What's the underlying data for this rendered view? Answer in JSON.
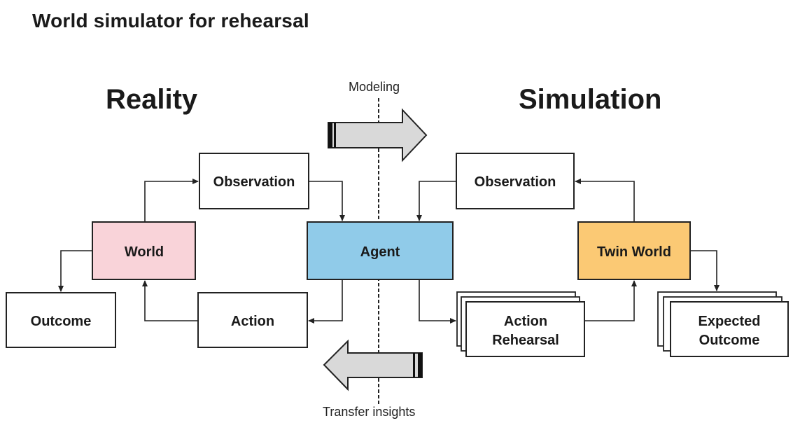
{
  "title": "World simulator for rehearsal",
  "sections": {
    "reality": "Reality",
    "simulation": "Simulation"
  },
  "transitions": {
    "modeling": "Modeling",
    "transfer": "Transfer insights"
  },
  "colors": {
    "world": "#f9d3d9",
    "agent": "#90cbe9",
    "twin_world": "#fbc974",
    "plain_box": "#ffffff",
    "transfer_arrow_fill": "#d9d9d9",
    "stroke": "#222222"
  },
  "nodes": {
    "observation_reality": {
      "label": [
        "Observation"
      ]
    },
    "world": {
      "label": [
        "World"
      ]
    },
    "outcome": {
      "label": [
        "Outcome"
      ]
    },
    "action": {
      "label": [
        "Action"
      ]
    },
    "agent": {
      "label": [
        "Agent"
      ]
    },
    "observation_simulation": {
      "label": [
        "Observation"
      ]
    },
    "twin_world": {
      "label": [
        "Twin World"
      ]
    },
    "action_rehearsal": {
      "label": [
        "Action",
        "Rehearsal"
      ],
      "stacked": true
    },
    "expected_outcome": {
      "label": [
        "Expected",
        "Outcome"
      ],
      "stacked": true
    }
  },
  "edges": [
    {
      "from": "world",
      "to": "observation_reality"
    },
    {
      "from": "observation_reality",
      "to": "agent"
    },
    {
      "from": "agent",
      "to": "action"
    },
    {
      "from": "action",
      "to": "world"
    },
    {
      "from": "world",
      "to": "outcome"
    },
    {
      "from": "twin_world",
      "to": "observation_simulation"
    },
    {
      "from": "observation_simulation",
      "to": "agent"
    },
    {
      "from": "agent",
      "to": "action_rehearsal"
    },
    {
      "from": "action_rehearsal",
      "to": "twin_world"
    },
    {
      "from": "twin_world",
      "to": "expected_outcome"
    }
  ]
}
